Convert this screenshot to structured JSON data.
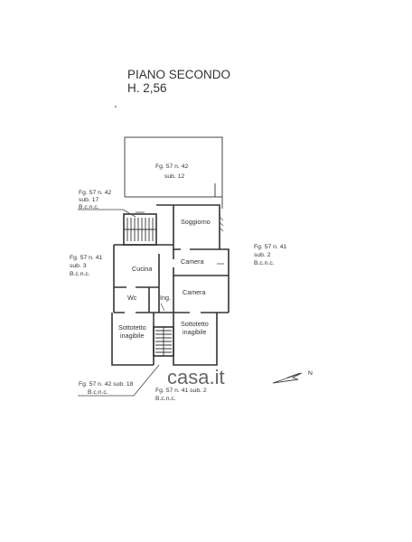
{
  "heading": {
    "floor": "PIANO SECONDO",
    "height": "H. 2,56"
  },
  "parcels": {
    "top": {
      "line1": "Fg. 57 n. 42",
      "line2": "sub. 12"
    },
    "upper_left": {
      "line1": "Fg. 57 n. 42",
      "line2": "sub. 17",
      "line3": "B.c.n.c."
    },
    "left": {
      "line1": "Fg. 57 n. 41",
      "line2": "sub. 3",
      "line3": "B.c.n.c."
    },
    "right": {
      "line1": "Fg. 57 n. 41",
      "line2": "sub. 2",
      "line3": "B.c.n.c."
    },
    "bottom_left": {
      "line1": "Fg. 57 n. 42 sub. 18",
      "line2": "B.c.n.c."
    },
    "bottom_right": {
      "line1": "Fg. 57 n. 41 sub. 2",
      "line2": "B.c.n.c."
    }
  },
  "rooms": {
    "soggiorno": "Soggiorno",
    "cucina": "Cucina",
    "camera_1": "Camera",
    "camera_2": "Camera",
    "wc": "Wc",
    "ingresso": "Ing.",
    "sottotetto_left": {
      "line1": "Sottotetto",
      "line2": "inagibile"
    },
    "sottotetto_right": {
      "line1": "Sottotetto",
      "line2": "inagibile"
    }
  },
  "north": {
    "label": "N"
  },
  "watermark": "casa.it"
}
